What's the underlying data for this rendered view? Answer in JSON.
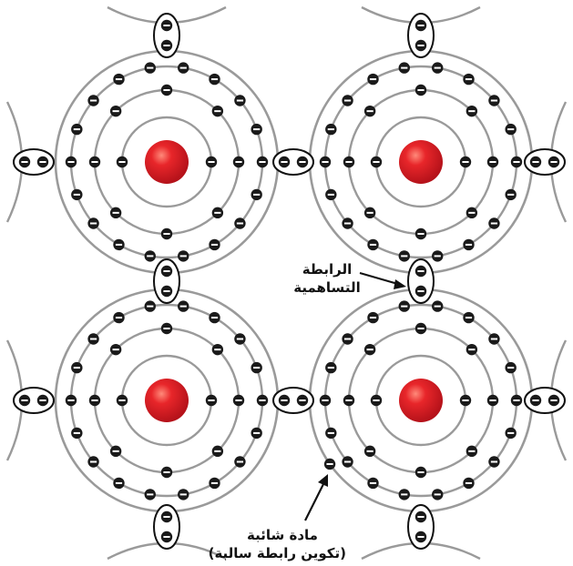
{
  "labels": {
    "covalent_bond": [
      "الرابطة",
      "التساهمية"
    ],
    "dopant": [
      "مادة شائبة",
      "(تكوين رابطة سالبة)"
    ]
  },
  "colors": {
    "nucleus": "#e11b22",
    "orbit": "#9a9a9a",
    "electron": "#1a1a1a",
    "bond_outline": "#111111"
  },
  "atoms": [
    {
      "row": 1,
      "col": 1,
      "shell_electrons": [
        2,
        8,
        18,
        4
      ]
    },
    {
      "row": 1,
      "col": 2,
      "shell_electrons": [
        2,
        8,
        18,
        4
      ]
    },
    {
      "row": 2,
      "col": 1,
      "shell_electrons": [
        2,
        8,
        18,
        4
      ]
    },
    {
      "row": 2,
      "col": 2,
      "shell_electrons": [
        2,
        8,
        18,
        4
      ],
      "dopant": true
    }
  ]
}
